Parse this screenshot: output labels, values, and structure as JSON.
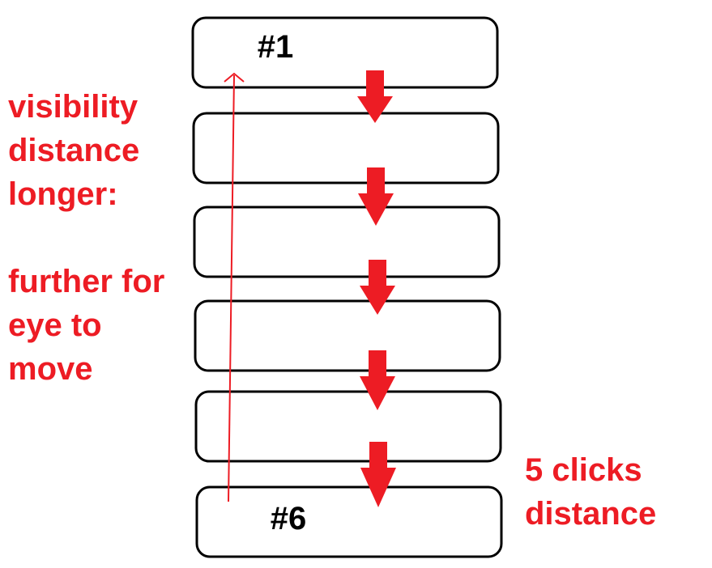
{
  "colors": {
    "accent": "#ed1c24",
    "box_border": "#000000",
    "label_text": "#000000",
    "background": "#ffffff"
  },
  "boxes": [
    {
      "label": "#1"
    },
    {
      "label": ""
    },
    {
      "label": ""
    },
    {
      "label": ""
    },
    {
      "label": ""
    },
    {
      "label": "#6"
    }
  ],
  "arrow_count": 5,
  "left_note": "visibility\ndistance\nlonger:\n\nfurther for\neye to\nmove",
  "right_note": "5 clicks\ndistance"
}
